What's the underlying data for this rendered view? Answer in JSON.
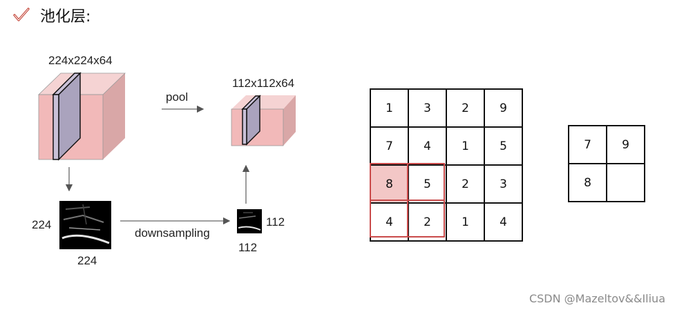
{
  "heading": {
    "title": "池化层:",
    "icon": "check-mark-icon",
    "icon_color": "#c0392b"
  },
  "diagram": {
    "input_volume_label": "224x224x64",
    "output_volume_label": "112x112x64",
    "pool_label": "pool",
    "downsampling_label": "downsampling",
    "input_slice_height_label": "224",
    "input_slice_width_label": "224",
    "output_slice_height_label": "112",
    "output_slice_width_label": "112"
  },
  "input_grid": {
    "rows": [
      [
        "1",
        "3",
        "2",
        "9"
      ],
      [
        "7",
        "4",
        "1",
        "5"
      ],
      [
        "8",
        "5",
        "2",
        "3"
      ],
      [
        "4",
        "2",
        "1",
        "4"
      ]
    ],
    "highlight_color": "#c94a4a",
    "highlight_fill": "#f3c7c6"
  },
  "output_grid": {
    "rows": [
      [
        "7",
        "9"
      ],
      [
        "8",
        ""
      ]
    ]
  },
  "watermark": "CSDN @Mazeltov&&Iliua"
}
